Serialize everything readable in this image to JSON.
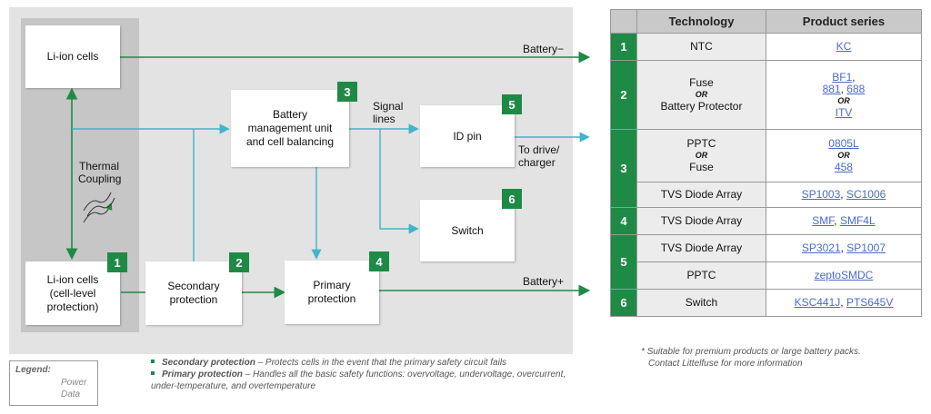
{
  "diagram": {
    "boxes": {
      "liion_cells": "Li-ion cells",
      "liion_cell_level": "Li-ion cells\n(cell-level\nprotection)",
      "bmu": "Battery\nmanagement unit\nand cell balancing",
      "id_pin": "ID pin",
      "switch": "Switch",
      "secondary": "Secondary\nprotection",
      "primary": "Primary\nprotection"
    },
    "numbers": {
      "n1": "1",
      "n2": "2",
      "n3": "3",
      "n4": "4",
      "n5": "5",
      "n6": "6"
    },
    "labels": {
      "battery_minus": "Battery−",
      "battery_plus": "Battery+",
      "signal_lines": "Signal\nlines",
      "to_drive": "To drive/\ncharger",
      "thermal": "Thermal\nCoupling"
    },
    "colors": {
      "power": "#1f8a45",
      "data": "#3fb5c8"
    }
  },
  "legend": {
    "title": "Legend:",
    "power": "Power",
    "data": "Data"
  },
  "notes": [
    {
      "bold": "Secondary protection",
      "text": " – Protects cells in the event that the primary safety circuit fails"
    },
    {
      "bold": "Primary protection",
      "text": " – Handles all the basic safety functions: overvoltage, undervoltage, overcurrent, under-temperature, and overtemperature"
    }
  ],
  "table": {
    "headers": [
      "Technology",
      "Product series"
    ],
    "rows": {
      "r1": {
        "num": "1",
        "tech": "NTC",
        "series": "KC"
      },
      "r2": {
        "num": "2",
        "tech_a": "Fuse",
        "or": "OR",
        "tech_b": "Battery Protector",
        "s1": "BF1",
        "s2": "881",
        "s3": "688",
        "s_or": "OR",
        "s4": "ITV"
      },
      "r3": {
        "num": "3",
        "tech_a": "PPTC",
        "or": "OR",
        "tech_b": "Fuse",
        "s1": "0805L",
        "s_or": "OR",
        "s2": "458",
        "tech_c": "TVS Diode Array",
        "s3": "SP1003",
        "s4": "SC1006"
      },
      "r4": {
        "num": "4",
        "tech": "TVS Diode Array",
        "s1": "SMF",
        "s2": "SMF4L"
      },
      "r5": {
        "num": "5",
        "tech_a": "TVS Diode Array",
        "s1": "SP3021",
        "s2": "SP1007",
        "tech_b": "PPTC",
        "s3": "zeptoSMDC"
      },
      "r6": {
        "num": "6",
        "tech": "Switch",
        "s1": "KSC441J",
        "s2": "PTS645V"
      }
    }
  },
  "footnote": {
    "star": "*",
    "line1": "Suitable for premium products or large battery packs.",
    "line2": "Contact Littelfuse for more information"
  }
}
